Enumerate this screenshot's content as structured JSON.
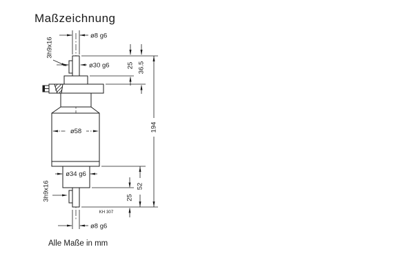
{
  "title": "Maßzeichnung",
  "footer_note": "Alle Maße in mm",
  "drawing_code": "KH 307",
  "labels": {
    "top_shaft_dia": "ø8 g6",
    "top_key": "3h9x16",
    "collar_dia": "ø30 g6",
    "body_dia": "ø58",
    "lower_collar_dia": "ø34 g6",
    "bottom_key": "3h9x16",
    "bottom_shaft_dia": "ø8 g6",
    "dim_top_shaft_len": "25",
    "dim_top_to_flange": "36.5",
    "dim_total_len": "194",
    "dim_lower_len": "52",
    "dim_bottom_shaft_len": "25"
  },
  "colors": {
    "line": "#1a1a1a",
    "background": "#ffffff"
  }
}
